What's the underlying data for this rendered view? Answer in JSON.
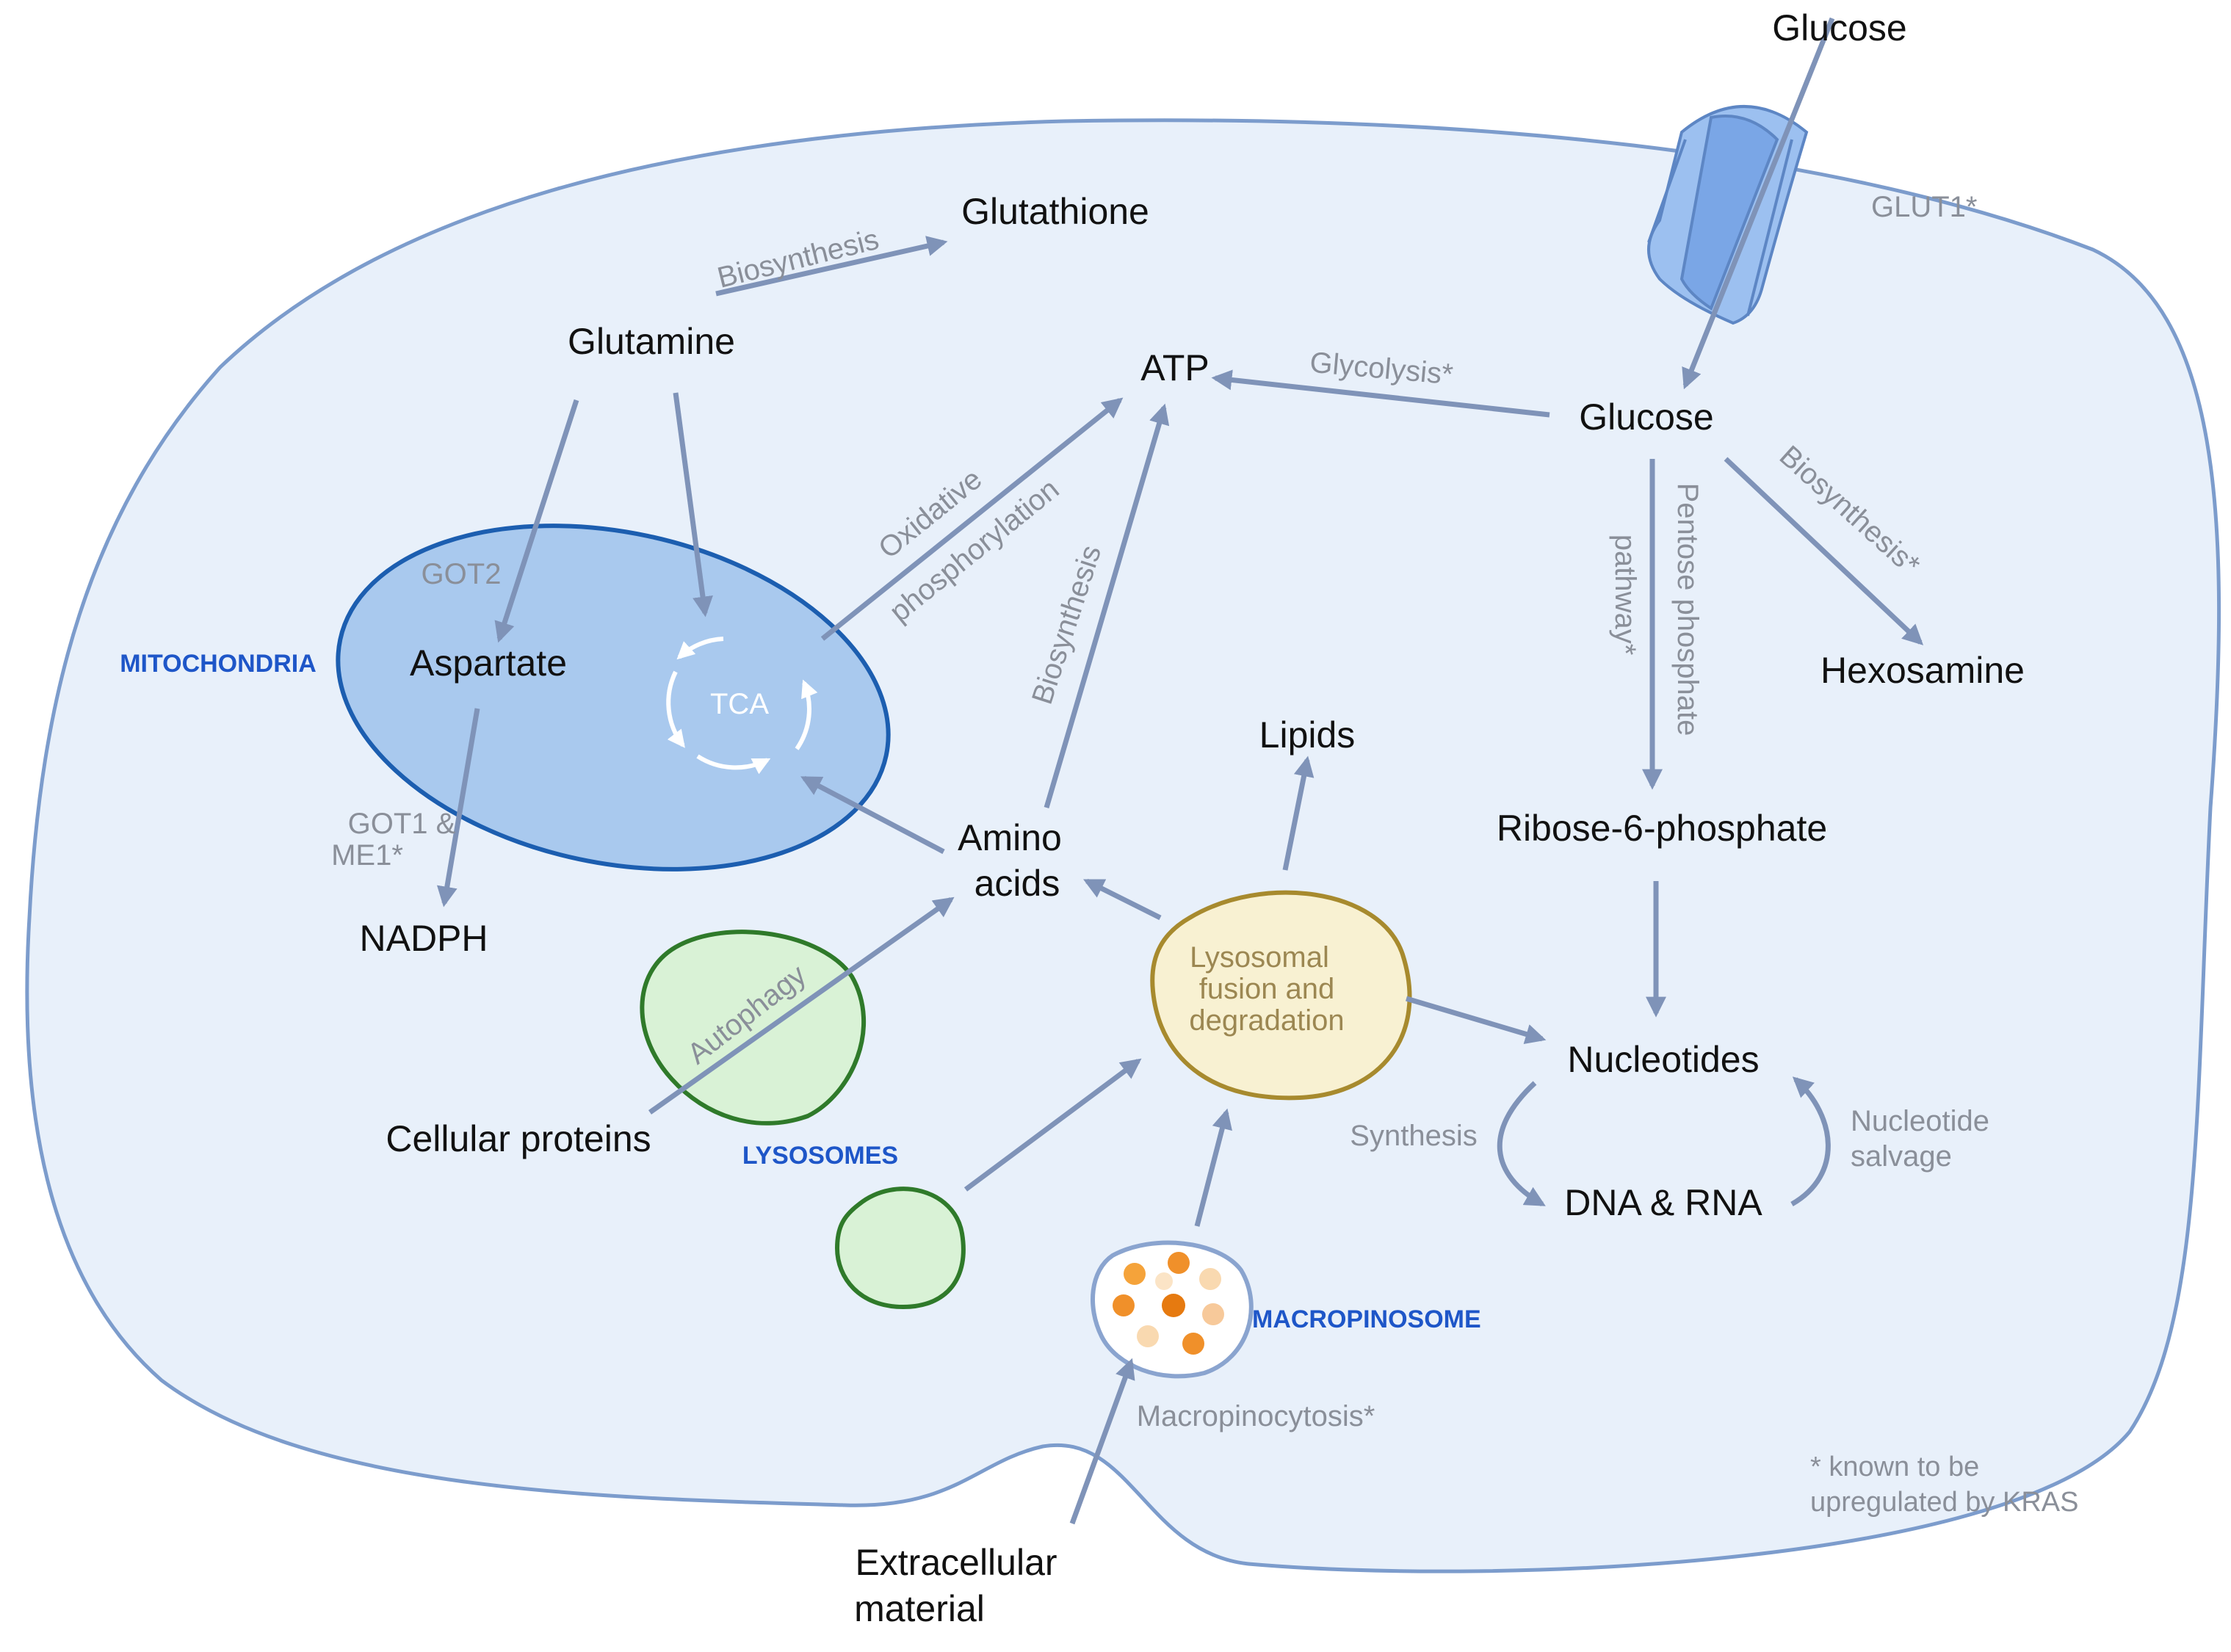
{
  "nodes": {
    "glucose_outside": "Glucose",
    "glutathione": "Glutathione",
    "glutamine": "Glutamine",
    "atp": "ATP",
    "glucose_inside": "Glucose",
    "aspartate": "Aspartate",
    "hexosamine": "Hexosamine",
    "lipids": "Lipids",
    "amino_acids": [
      "Amino",
      "acids"
    ],
    "ribose": "Ribose-6-phosphate",
    "nadph": "NADPH",
    "nucleotides": "Nucleotides",
    "cellular_proteins": "Cellular proteins",
    "dna_rna": "DNA & RNA",
    "extracellular": [
      "Extracellular",
      "material"
    ]
  },
  "processes": {
    "biosynthesis_glutathione": "Biosynthesis",
    "glut1": "GLUT1*",
    "glycolysis": "Glycolysis*",
    "oxidative": [
      "Oxidative",
      "phosphorylation"
    ],
    "got2": "GOT2",
    "biosynthesis_atp": "Biosynthesis",
    "pentose": [
      "Pentose phosphate",
      "pathway*"
    ],
    "biosynthesis_hexosamine": "Biosynthesis*",
    "got1_me1": [
      "GOT1 &",
      "ME1*"
    ],
    "autophagy": "Autophagy",
    "synthesis": "Synthesis",
    "nucleotide_salvage": [
      "Nucleotide",
      "salvage"
    ],
    "macropinocytosis": "Macropinocytosis*"
  },
  "organelles": {
    "mitochondria": "MITOCHONDRIA",
    "tca": "TCA",
    "lysosomal": [
      "Lysosomal",
      "fusion and",
      "degradation"
    ],
    "lysosomes": "LYSOSOMES",
    "macropinosome": "MACROPINOSOME"
  },
  "footnote": [
    "* known to be",
    "upregulated by KRAS"
  ],
  "colors": {
    "cell_fill": "#e8f0fa",
    "cell_stroke": "#7c9ccc",
    "arrow": "#7f93b8",
    "mito_fill": "#a9c9ee",
    "mito_stroke": "#1c5eb0",
    "lysosome_fill": "#d9f2d6",
    "lysosome_stroke": "#2f7a2a",
    "fusion_fill": "#f8f1d2",
    "fusion_stroke": "#a78a2e",
    "channel_fill": "#9cc0f0",
    "organelle_label": "#1e56c8"
  }
}
